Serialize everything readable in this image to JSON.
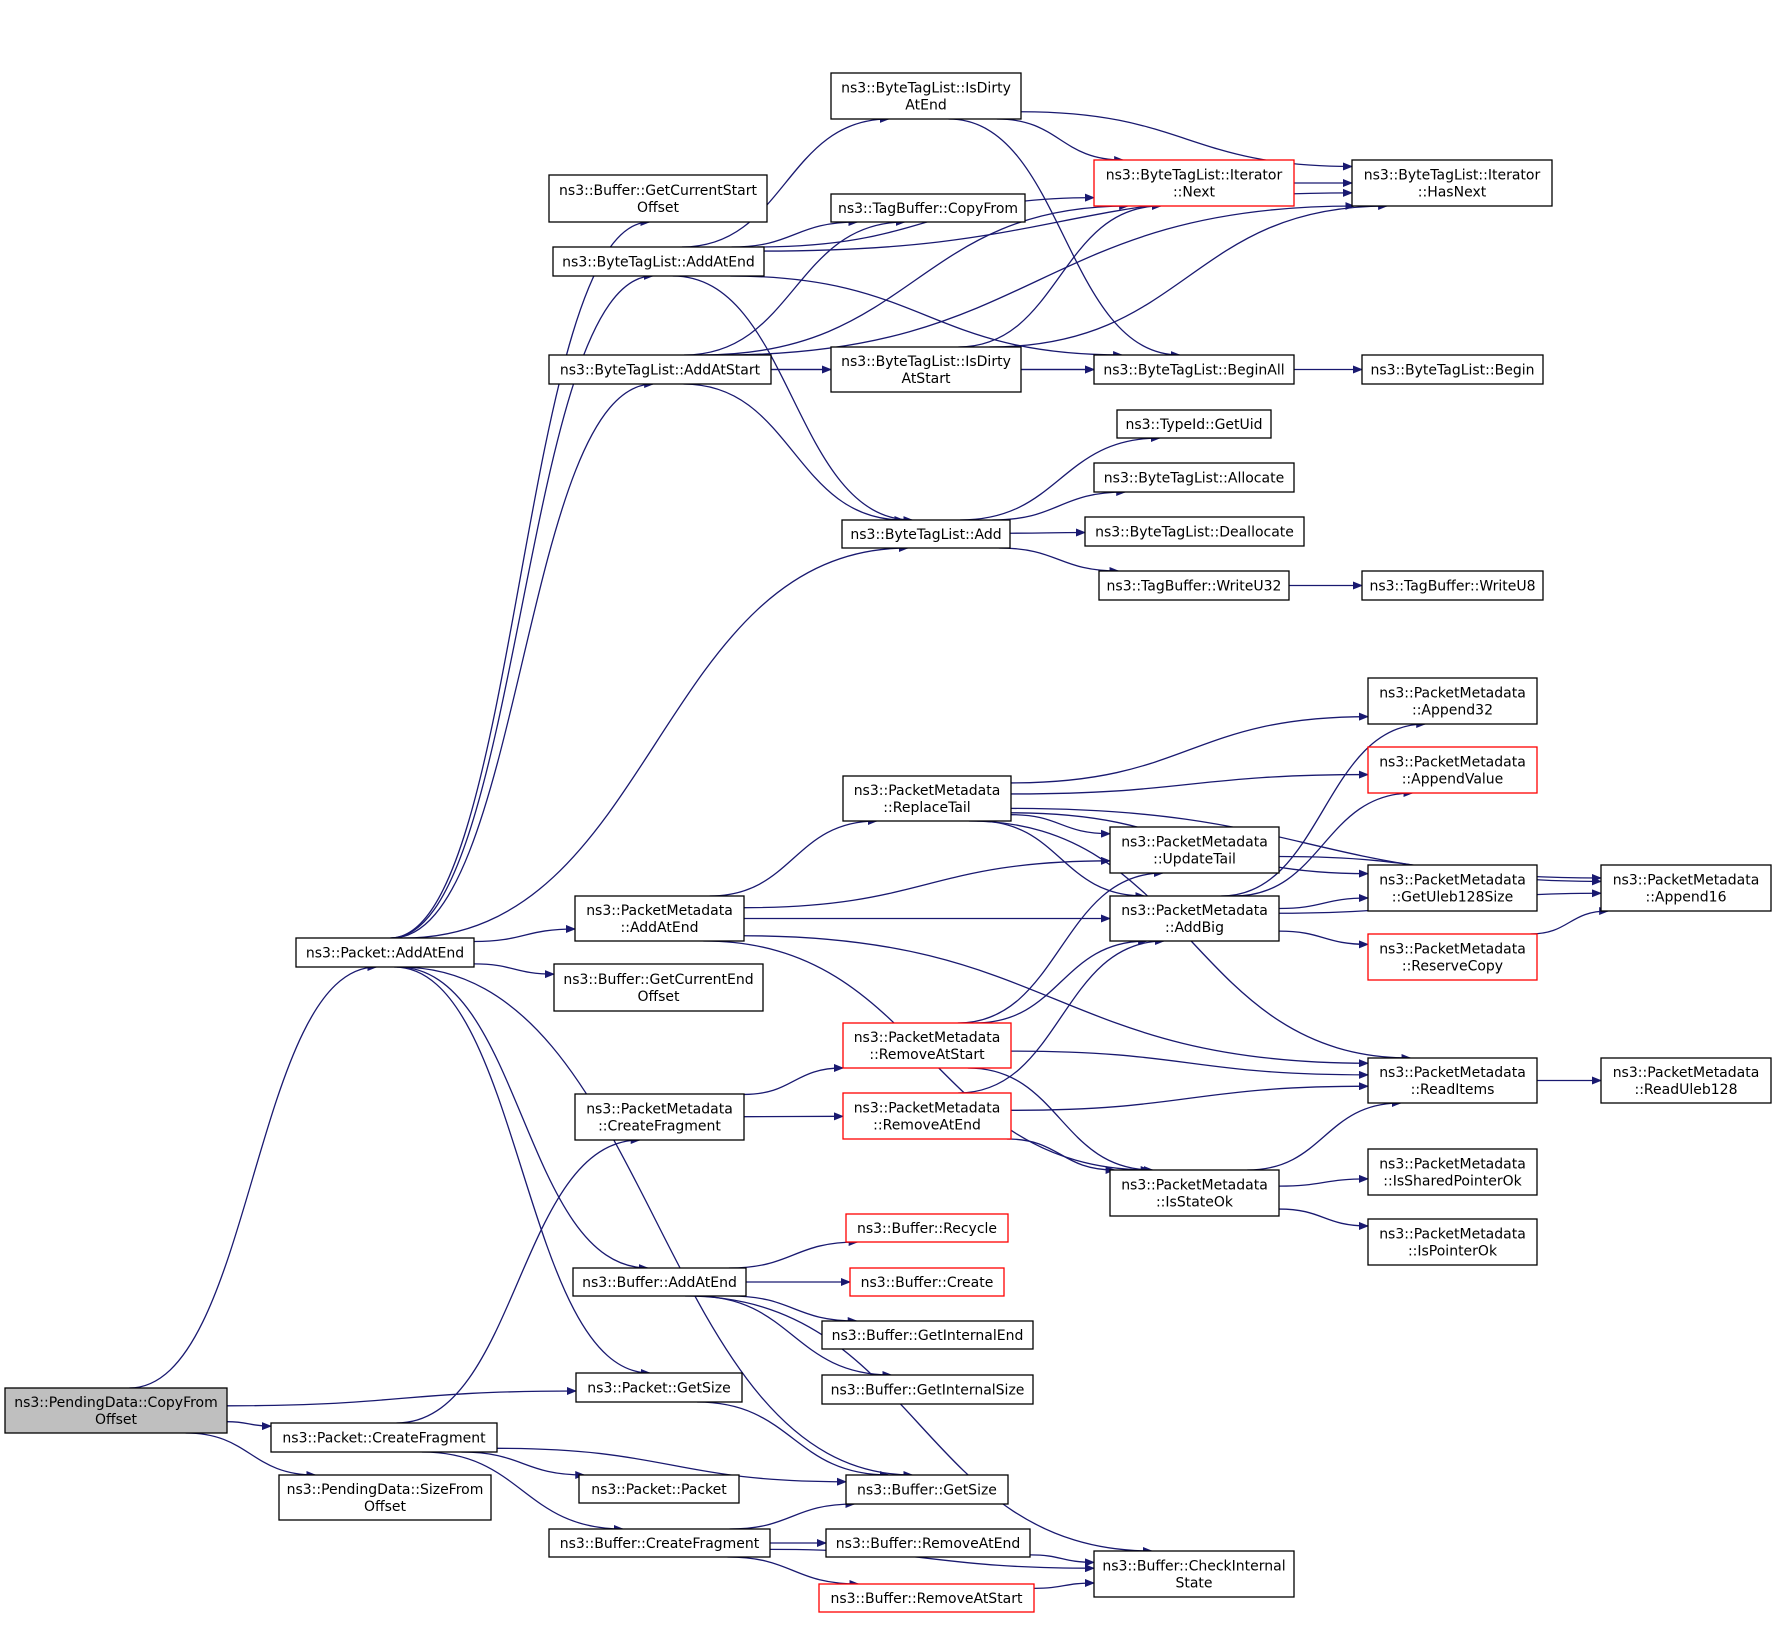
{
  "colors": {
    "edge": "#191970",
    "node_border": "#000000",
    "truncated_border": "#ff0000",
    "root_fill": "#bfbfbf"
  },
  "nodes": [
    {
      "id": "copyfrom",
      "lines": [
        "ns3::PendingData::CopyFrom",
        "Offset"
      ],
      "style": "root"
    },
    {
      "id": "pkt_addatend",
      "lines": [
        "ns3::Packet::AddAtEnd"
      ]
    },
    {
      "id": "pkt_createfrag",
      "lines": [
        "ns3::Packet::CreateFragment"
      ]
    },
    {
      "id": "pd_sizefrom",
      "lines": [
        "ns3::PendingData::SizeFrom",
        "Offset"
      ]
    },
    {
      "id": "buf_getcurstart",
      "lines": [
        "ns3::Buffer::GetCurrentStart",
        "Offset"
      ]
    },
    {
      "id": "btl_addatend",
      "lines": [
        "ns3::ByteTagList::AddAtEnd"
      ]
    },
    {
      "id": "btl_addatstart",
      "lines": [
        "ns3::ByteTagList::AddAtStart"
      ]
    },
    {
      "id": "pm_addatend",
      "lines": [
        "ns3::PacketMetadata",
        "::AddAtEnd"
      ]
    },
    {
      "id": "buf_getcurend",
      "lines": [
        "ns3::Buffer::GetCurrentEnd",
        "Offset"
      ]
    },
    {
      "id": "pm_createfrag",
      "lines": [
        "ns3::PacketMetadata",
        "::CreateFragment"
      ]
    },
    {
      "id": "buf_addatend",
      "lines": [
        "ns3::Buffer::AddAtEnd"
      ]
    },
    {
      "id": "pkt_getsize",
      "lines": [
        "ns3::Packet::GetSize"
      ]
    },
    {
      "id": "pkt_packet",
      "lines": [
        "ns3::Packet::Packet"
      ]
    },
    {
      "id": "buf_createfrag",
      "lines": [
        "ns3::Buffer::CreateFragment"
      ]
    },
    {
      "id": "btl_isdirtyend",
      "lines": [
        "ns3::ByteTagList::IsDirty",
        "AtEnd"
      ]
    },
    {
      "id": "tb_copyfrom",
      "lines": [
        "ns3::TagBuffer::CopyFrom"
      ]
    },
    {
      "id": "btl_isdirtystart",
      "lines": [
        "ns3::ByteTagList::IsDirty",
        "AtStart"
      ]
    },
    {
      "id": "btl_add",
      "lines": [
        "ns3::ByteTagList::Add"
      ]
    },
    {
      "id": "pm_replacetail",
      "lines": [
        "ns3::PacketMetadata",
        "::ReplaceTail"
      ]
    },
    {
      "id": "pm_removeatstart",
      "lines": [
        "ns3::PacketMetadata",
        "::RemoveAtStart"
      ],
      "style": "red"
    },
    {
      "id": "pm_removeatend",
      "lines": [
        "ns3::PacketMetadata",
        "::RemoveAtEnd"
      ],
      "style": "red"
    },
    {
      "id": "buf_recycle",
      "lines": [
        "ns3::Buffer::Recycle"
      ],
      "style": "red"
    },
    {
      "id": "buf_create",
      "lines": [
        "ns3::Buffer::Create"
      ],
      "style": "red"
    },
    {
      "id": "buf_getintend",
      "lines": [
        "ns3::Buffer::GetInternalEnd"
      ]
    },
    {
      "id": "buf_getintsize",
      "lines": [
        "ns3::Buffer::GetInternalSize"
      ]
    },
    {
      "id": "buf_getsize",
      "lines": [
        "ns3::Buffer::GetSize"
      ]
    },
    {
      "id": "buf_removeatend",
      "lines": [
        "ns3::Buffer::RemoveAtEnd"
      ]
    },
    {
      "id": "buf_removeatstart",
      "lines": [
        "ns3::Buffer::RemoveAtStart"
      ],
      "style": "red"
    },
    {
      "id": "btl_itnext",
      "lines": [
        "ns3::ByteTagList::Iterator",
        "::Next"
      ],
      "style": "red"
    },
    {
      "id": "btl_beginall",
      "lines": [
        "ns3::ByteTagList::BeginAll"
      ]
    },
    {
      "id": "tid_getuid",
      "lines": [
        "ns3::TypeId::GetUid"
      ]
    },
    {
      "id": "btl_allocate",
      "lines": [
        "ns3::ByteTagList::Allocate"
      ]
    },
    {
      "id": "btl_deallocate",
      "lines": [
        "ns3::ByteTagList::Deallocate"
      ]
    },
    {
      "id": "tb_writeu32",
      "lines": [
        "ns3::TagBuffer::WriteU32"
      ]
    },
    {
      "id": "pm_updatetail",
      "lines": [
        "ns3::PacketMetadata",
        "::UpdateTail"
      ]
    },
    {
      "id": "pm_addbig",
      "lines": [
        "ns3::PacketMetadata",
        "::AddBig"
      ]
    },
    {
      "id": "pm_isstateok",
      "lines": [
        "ns3::PacketMetadata",
        "::IsStateOk"
      ]
    },
    {
      "id": "buf_checkint",
      "lines": [
        "ns3::Buffer::CheckInternal",
        "State"
      ]
    },
    {
      "id": "btl_ithasnext",
      "lines": [
        "ns3::ByteTagList::Iterator",
        "::HasNext"
      ]
    },
    {
      "id": "btl_begin",
      "lines": [
        "ns3::ByteTagList::Begin"
      ]
    },
    {
      "id": "tb_writeu8",
      "lines": [
        "ns3::TagBuffer::WriteU8"
      ]
    },
    {
      "id": "pm_append32",
      "lines": [
        "ns3::PacketMetadata",
        "::Append32"
      ]
    },
    {
      "id": "pm_appendvalue",
      "lines": [
        "ns3::PacketMetadata",
        "::AppendValue"
      ],
      "style": "red"
    },
    {
      "id": "pm_getuleb",
      "lines": [
        "ns3::PacketMetadata",
        "::GetUleb128Size"
      ]
    },
    {
      "id": "pm_reservecopy",
      "lines": [
        "ns3::PacketMetadata",
        "::ReserveCopy"
      ],
      "style": "red"
    },
    {
      "id": "pm_readitems",
      "lines": [
        "ns3::PacketMetadata",
        "::ReadItems"
      ]
    },
    {
      "id": "pm_issharedptr",
      "lines": [
        "ns3::PacketMetadata",
        "::IsSharedPointerOk"
      ]
    },
    {
      "id": "pm_isptrok",
      "lines": [
        "ns3::PacketMetadata",
        "::IsPointerOk"
      ]
    },
    {
      "id": "pm_append16",
      "lines": [
        "ns3::PacketMetadata",
        "::Append16"
      ]
    },
    {
      "id": "pm_readuleb",
      "lines": [
        "ns3::PacketMetadata",
        "::ReadUleb128"
      ]
    }
  ],
  "edges": [
    [
      "copyfrom",
      "pkt_addatend"
    ],
    [
      "copyfrom",
      "pkt_getsize"
    ],
    [
      "copyfrom",
      "pkt_createfrag"
    ],
    [
      "copyfrom",
      "pd_sizefrom"
    ],
    [
      "pkt_addatend",
      "buf_getcurstart"
    ],
    [
      "pkt_addatend",
      "btl_addatend"
    ],
    [
      "pkt_addatend",
      "btl_addatstart"
    ],
    [
      "pkt_addatend",
      "btl_add"
    ],
    [
      "pkt_addatend",
      "pm_addatend"
    ],
    [
      "pkt_addatend",
      "buf_getcurend"
    ],
    [
      "pkt_addatend",
      "buf_addatend"
    ],
    [
      "pkt_addatend",
      "pkt_getsize"
    ],
    [
      "pkt_addatend",
      "buf_getsize"
    ],
    [
      "btl_addatend",
      "btl_isdirtyend"
    ],
    [
      "btl_addatend",
      "btl_itnext"
    ],
    [
      "btl_addatend",
      "btl_ithasnext"
    ],
    [
      "btl_addatend",
      "tb_copyfrom"
    ],
    [
      "btl_addatend",
      "btl_beginall"
    ],
    [
      "btl_addatend",
      "btl_add"
    ],
    [
      "btl_addatstart",
      "btl_isdirtystart"
    ],
    [
      "btl_addatstart",
      "tb_copyfrom"
    ],
    [
      "btl_addatstart",
      "btl_itnext"
    ],
    [
      "btl_addatstart",
      "btl_ithasnext"
    ],
    [
      "btl_addatstart",
      "btl_beginall"
    ],
    [
      "btl_addatstart",
      "btl_add"
    ],
    [
      "btl_isdirtyend",
      "btl_itnext"
    ],
    [
      "btl_isdirtyend",
      "btl_ithasnext"
    ],
    [
      "btl_isdirtyend",
      "btl_beginall"
    ],
    [
      "btl_isdirtystart",
      "btl_beginall"
    ],
    [
      "btl_isdirtystart",
      "btl_itnext"
    ],
    [
      "btl_isdirtystart",
      "btl_ithasnext"
    ],
    [
      "btl_itnext",
      "btl_ithasnext"
    ],
    [
      "btl_beginall",
      "btl_begin"
    ],
    [
      "btl_add",
      "tid_getuid"
    ],
    [
      "btl_add",
      "btl_allocate"
    ],
    [
      "btl_add",
      "btl_deallocate"
    ],
    [
      "btl_add",
      "tb_writeu32"
    ],
    [
      "tb_writeu32",
      "tb_writeu8"
    ],
    [
      "pm_addatend",
      "pm_replacetail"
    ],
    [
      "pm_addatend",
      "pm_updatetail"
    ],
    [
      "pm_addatend",
      "pm_addbig"
    ],
    [
      "pm_addatend",
      "pm_readitems"
    ],
    [
      "pm_addatend",
      "pm_isstateok"
    ],
    [
      "pm_replacetail",
      "pm_append16"
    ],
    [
      "pm_replacetail",
      "pm_append32"
    ],
    [
      "pm_replacetail",
      "pm_appendvalue"
    ],
    [
      "pm_replacetail",
      "pm_getuleb"
    ],
    [
      "pm_replacetail",
      "pm_updatetail"
    ],
    [
      "pm_replacetail",
      "pm_addbig"
    ],
    [
      "pm_replacetail",
      "pm_readitems"
    ],
    [
      "pm_updatetail",
      "pm_append16"
    ],
    [
      "pm_addbig",
      "pm_append32"
    ],
    [
      "pm_addbig",
      "pm_appendvalue"
    ],
    [
      "pm_addbig",
      "pm_getuleb"
    ],
    [
      "pm_addbig",
      "pm_reservecopy"
    ],
    [
      "pm_addbig",
      "pm_append16"
    ],
    [
      "pm_reservecopy",
      "pm_append16"
    ],
    [
      "pm_createfrag",
      "pm_removeatstart"
    ],
    [
      "pm_createfrag",
      "pm_removeatend"
    ],
    [
      "pm_removeatstart",
      "pm_updatetail"
    ],
    [
      "pm_removeatstart",
      "pm_addbig"
    ],
    [
      "pm_removeatstart",
      "pm_readitems"
    ],
    [
      "pm_removeatstart",
      "pm_isstateok"
    ],
    [
      "pm_removeatend",
      "pm_addbig"
    ],
    [
      "pm_removeatend",
      "pm_readitems"
    ],
    [
      "pm_removeatend",
      "pm_isstateok"
    ],
    [
      "pm_readitems",
      "pm_readuleb"
    ],
    [
      "pm_isstateok",
      "pm_readitems"
    ],
    [
      "pm_isstateok",
      "pm_issharedptr"
    ],
    [
      "pm_isstateok",
      "pm_isptrok"
    ],
    [
      "buf_addatend",
      "buf_recycle"
    ],
    [
      "buf_addatend",
      "buf_create"
    ],
    [
      "buf_addatend",
      "buf_getintend"
    ],
    [
      "buf_addatend",
      "buf_getintsize"
    ],
    [
      "buf_addatend",
      "buf_checkint"
    ],
    [
      "pkt_getsize",
      "buf_getsize"
    ],
    [
      "pkt_createfrag",
      "pm_createfrag"
    ],
    [
      "pkt_createfrag",
      "buf_getsize"
    ],
    [
      "pkt_createfrag",
      "pkt_packet"
    ],
    [
      "pkt_createfrag",
      "buf_createfrag"
    ],
    [
      "buf_createfrag",
      "buf_getsize"
    ],
    [
      "buf_createfrag",
      "buf_removeatend"
    ],
    [
      "buf_createfrag",
      "buf_removeatstart"
    ],
    [
      "buf_createfrag",
      "buf_checkint"
    ],
    [
      "buf_removeatend",
      "buf_checkint"
    ],
    [
      "buf_removeatstart",
      "buf_checkint"
    ]
  ]
}
